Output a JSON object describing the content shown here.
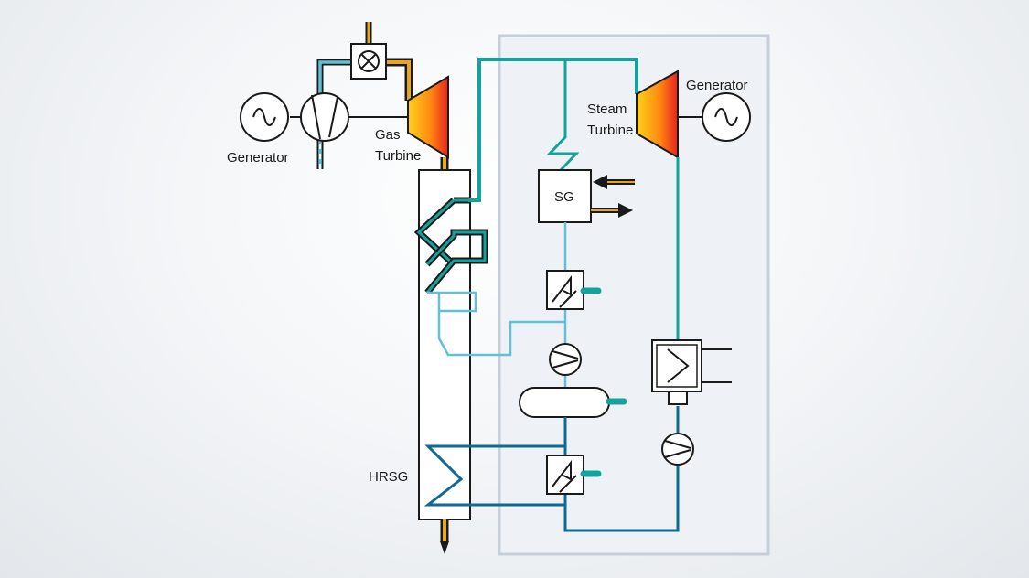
{
  "labels": {
    "generator_left": "Generator",
    "gas_turbine_line1": "Gas",
    "gas_turbine_line2": "Turbine",
    "steam_turbine_line1": "Steam",
    "steam_turbine_line2": "Turbine",
    "generator_right": "Generator",
    "steam_generator": "SG",
    "hrsg": "HRSG"
  },
  "colors": {
    "hp_steam": "#14a39a",
    "lp_steam": "#62bfd6",
    "feedwater": "#0f6a92",
    "exhaust_gas": "#e8a520",
    "air": "#62bfd6",
    "stroke": "#1a1a1a",
    "plant_box_fill": "#eef2f6",
    "plant_box_border": "#c6cfd8"
  },
  "icons": {
    "generator": "sine-wave-icon",
    "compressor": "compressor-icon",
    "fuel_valve": "cross-circle-icon",
    "pump": "pump-icon",
    "heat_exchanger": "heat-exchanger-icon",
    "condenser": "condenser-icon"
  }
}
